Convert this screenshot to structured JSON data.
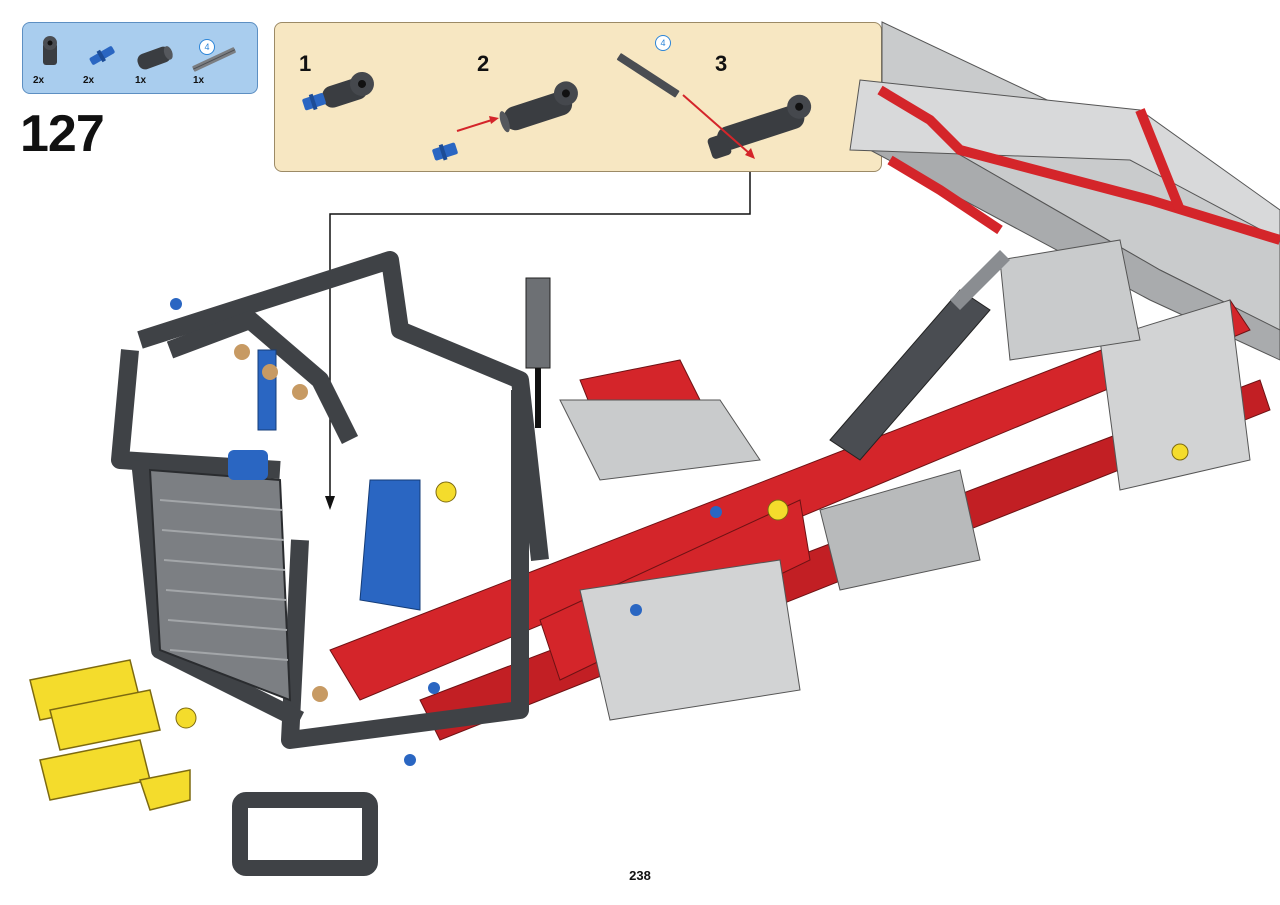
{
  "parts_list": [
    {
      "name": "connector-peg",
      "qty": "2x",
      "icon": "dark-grey-connector-icon"
    },
    {
      "name": "axle-pin",
      "qty": "2x",
      "icon": "blue-pin-icon"
    },
    {
      "name": "beam-connector",
      "qty": "1x",
      "icon": "dark-grey-beam-icon"
    },
    {
      "name": "axle",
      "qty": "1x",
      "icon": "grey-axle-icon",
      "length_badge": "4"
    }
  ],
  "step_number": "127",
  "subassembly": {
    "steps": [
      {
        "label": "1"
      },
      {
        "label": "2"
      },
      {
        "label": "3",
        "axle_badge": "4"
      }
    ]
  },
  "page_number": "238",
  "colors": {
    "parts_box_bg": "#a9cdee",
    "subassembly_bg": "#f7e7c2",
    "dark_grey": "#3f4246",
    "light_grey": "#c9cbcc",
    "red": "#d4252a",
    "yellow": "#f4dc2c",
    "blue": "#2a66c2",
    "tan": "#c79a63"
  }
}
